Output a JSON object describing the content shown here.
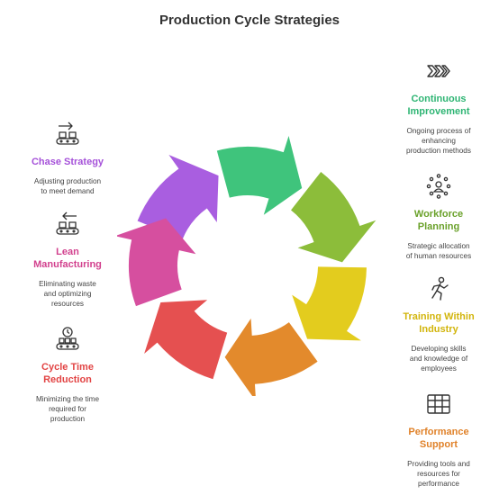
{
  "title": "Production Cycle Strategies",
  "colors": {
    "green": "#3fc47c",
    "lime": "#8cbd3a",
    "yellow": "#e3cc1e",
    "orange": "#e38a2c",
    "red": "#e55050",
    "pink": "#d64f9f",
    "purple": "#a95ee0"
  },
  "items": [
    {
      "key": "continuous",
      "icon": "chevrons-right-icon",
      "label_lines": [
        "Continuous",
        "Improvement"
      ],
      "desc_lines": [
        "Ongoing process of",
        "enhancing",
        "production methods"
      ],
      "color": "#2fb574"
    },
    {
      "key": "workforce",
      "icon": "team-circle-icon",
      "label_lines": [
        "Workforce",
        "Planning"
      ],
      "desc_lines": [
        "Strategic allocation",
        "of human resources"
      ],
      "color": "#6aa12a"
    },
    {
      "key": "training",
      "icon": "running-person-icon",
      "label_lines": [
        "Training Within",
        "Industry"
      ],
      "desc_lines": [
        "Developing skills",
        "and knowledge of",
        "employees"
      ],
      "color": "#d2b50c"
    },
    {
      "key": "performance",
      "icon": "table-grid-icon",
      "label_lines": [
        "Performance",
        "Support"
      ],
      "desc_lines": [
        "Providing tools and",
        "resources for",
        "performance"
      ],
      "color": "#e0822a"
    },
    {
      "key": "chase",
      "icon": "conveyor-arrow-right-icon",
      "label_lines": [
        "Chase Strategy"
      ],
      "desc_lines": [
        "Adjusting production",
        "to meet demand"
      ],
      "color": "#a551d9"
    },
    {
      "key": "lean",
      "icon": "conveyor-arrow-left-icon",
      "label_lines": [
        "Lean",
        "Manufacturing"
      ],
      "desc_lines": [
        "Eliminating waste",
        "and optimizing",
        "resources"
      ],
      "color": "#d2418e"
    },
    {
      "key": "cycle",
      "icon": "conveyor-clock-icon",
      "label_lines": [
        "Cycle Time",
        "Reduction"
      ],
      "desc_lines": [
        "Minimizing the time",
        "required for",
        "production"
      ],
      "color": "#e24444"
    }
  ]
}
